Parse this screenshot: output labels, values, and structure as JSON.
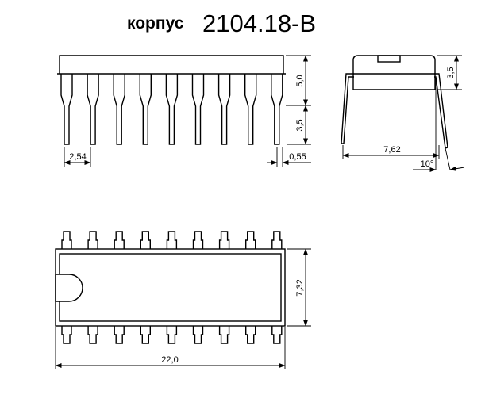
{
  "title": {
    "word": "корпус",
    "code": "2104.18-B"
  },
  "dimensions": {
    "pitch": "2,54",
    "body_height_side": "5,0",
    "lead_length": "3,5",
    "lead_width": "0,55",
    "end_view_height": "3,5",
    "row_spacing": "7,62",
    "lead_angle": "10°",
    "body_width_top": "7,32",
    "body_length": "22,0"
  },
  "package": {
    "pins_per_side": 9
  }
}
